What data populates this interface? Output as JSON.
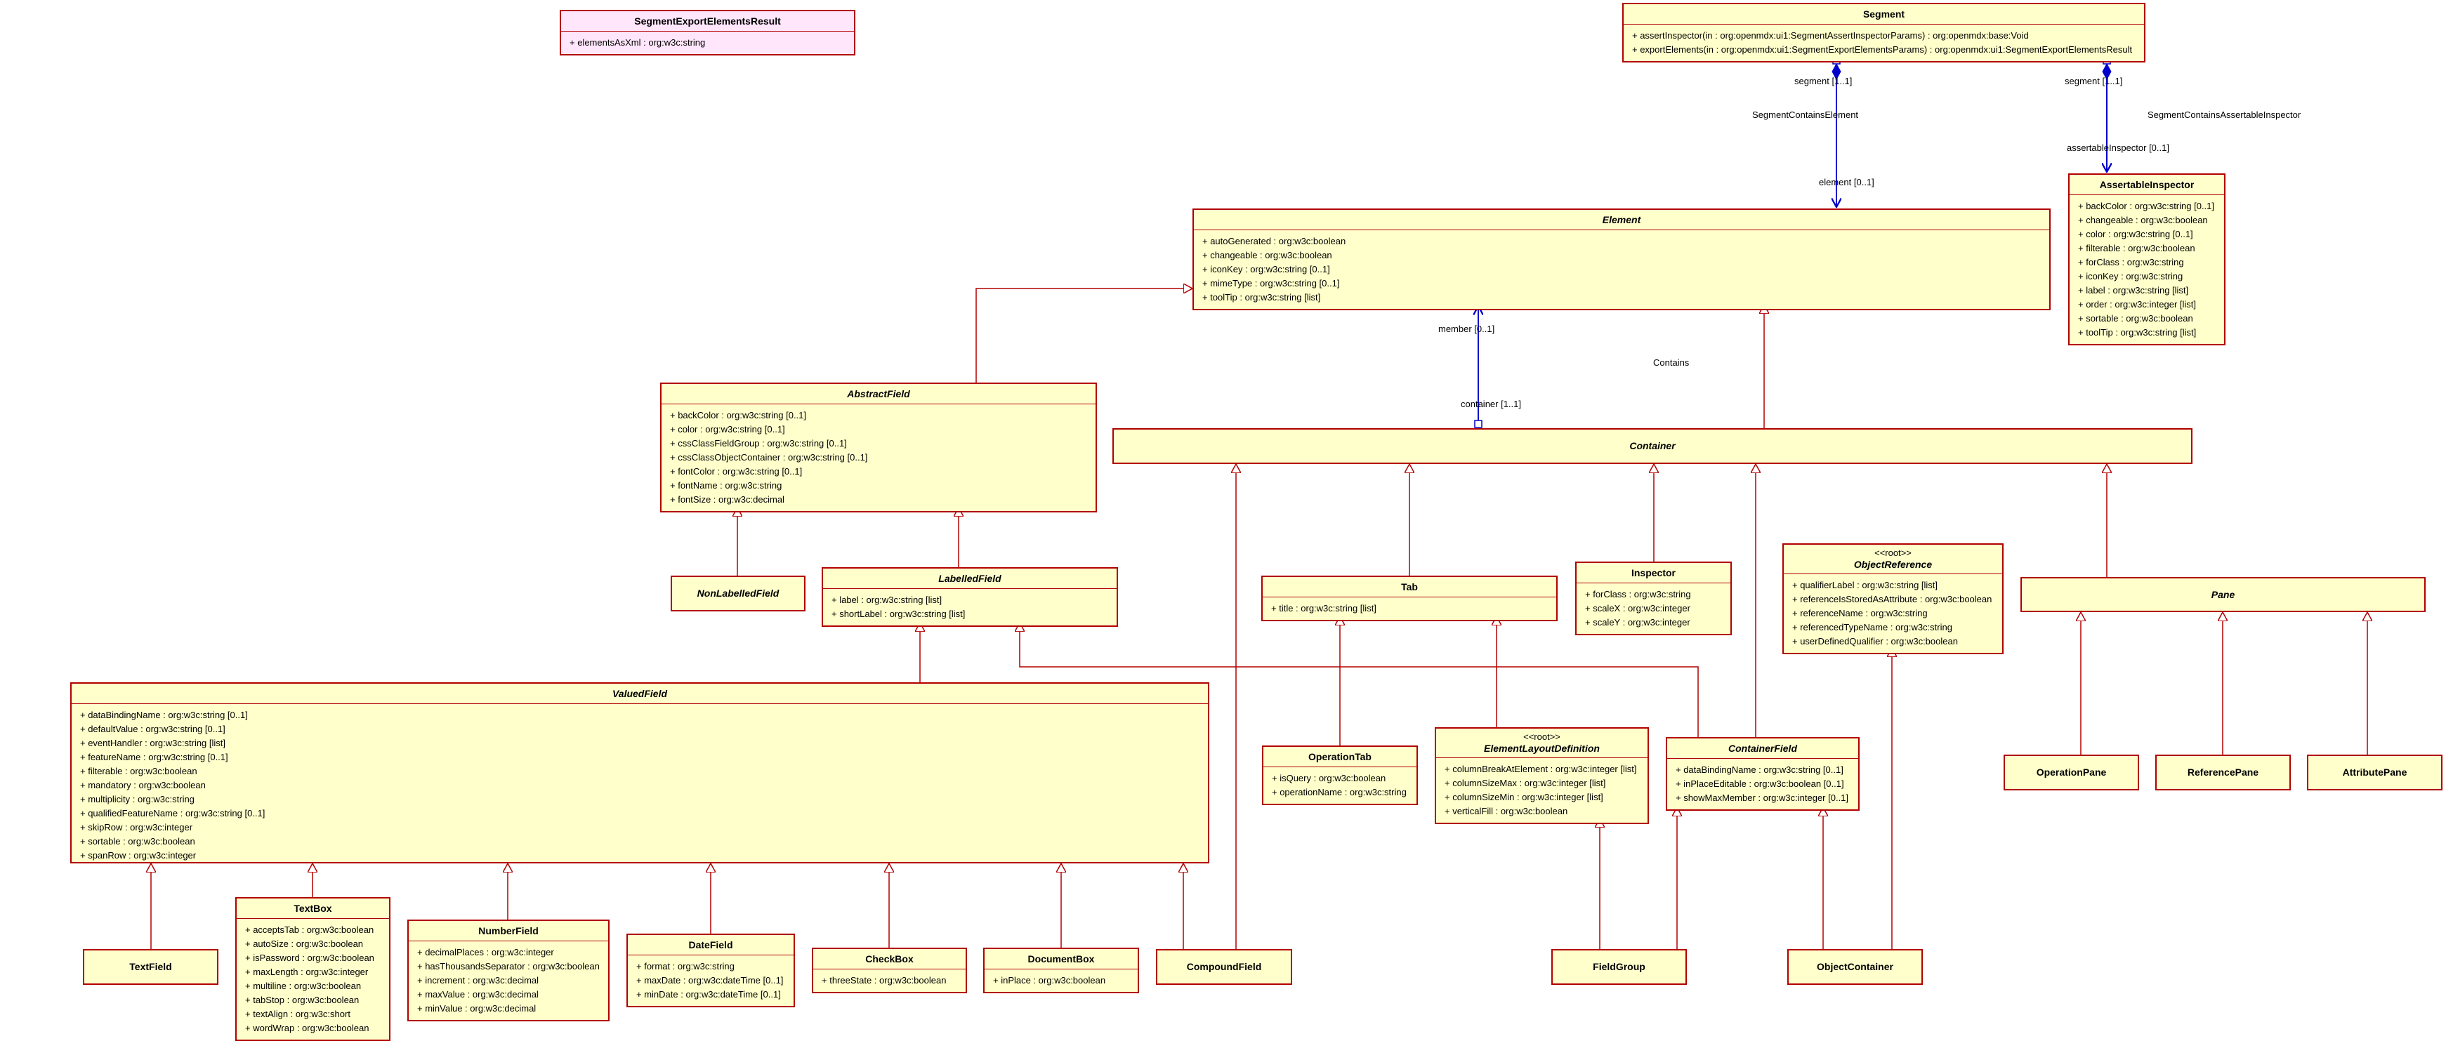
{
  "colors": {
    "class_fill": "#ffffcc",
    "class_border": "#b20000",
    "pink_fill": "#ffe6fb",
    "generalization": "#b20000",
    "association": "#0000cc"
  },
  "classes": {
    "segmentExport": {
      "name": "SegmentExportElementsResult",
      "attrs": [
        "+ elementsAsXml : org:w3c:string"
      ]
    },
    "segment": {
      "name": "Segment",
      "attrs": [
        "+ assertInspector(in : org:openmdx:ui1:SegmentAssertInspectorParams) : org:openmdx:base:Void",
        "+ exportElements(in : org:openmdx:ui1:SegmentExportElementsParams) : org:openmdx:ui1:SegmentExportElementsResult"
      ]
    },
    "element": {
      "name": "Element",
      "attrs": [
        "+ autoGenerated : org:w3c:boolean",
        "+ changeable : org:w3c:boolean",
        "+ iconKey : org:w3c:string [0..1]",
        "+ mimeType : org:w3c:string [0..1]",
        "+ toolTip : org:w3c:string [list]"
      ]
    },
    "assertableInspector": {
      "name": "AssertableInspector",
      "attrs": [
        "+ backColor : org:w3c:string [0..1]",
        "+ changeable : org:w3c:boolean",
        "+ color : org:w3c:string [0..1]",
        "+ filterable : org:w3c:boolean",
        "+ forClass : org:w3c:string",
        "+ iconKey : org:w3c:string",
        "+ label : org:w3c:string [list]",
        "+ order : org:w3c:integer [list]",
        "+ sortable : org:w3c:boolean",
        "+ toolTip : org:w3c:string [list]"
      ]
    },
    "abstractField": {
      "name": "AbstractField",
      "attrs": [
        "+ backColor : org:w3c:string [0..1]",
        "+ color : org:w3c:string [0..1]",
        "+ cssClassFieldGroup : org:w3c:string [0..1]",
        "+ cssClassObjectContainer : org:w3c:string [0..1]",
        "+ fontColor : org:w3c:string [0..1]",
        "+ fontName : org:w3c:string",
        "+ fontSize : org:w3c:decimal"
      ]
    },
    "container": {
      "name": "Container",
      "attrs": []
    },
    "nonLabelledField": {
      "name": "NonLabelledField",
      "attrs": []
    },
    "labelledField": {
      "name": "LabelledField",
      "attrs": [
        "+ label : org:w3c:string [list]",
        "+ shortLabel : org:w3c:string [list]"
      ]
    },
    "tab": {
      "name": "Tab",
      "attrs": [
        "+ title : org:w3c:string [list]"
      ]
    },
    "inspector": {
      "name": "Inspector",
      "attrs": [
        "+ forClass : org:w3c:string",
        "+ scaleX : org:w3c:integer",
        "+ scaleY : org:w3c:integer"
      ]
    },
    "objectReference": {
      "stereotype": "<<root>>",
      "name": "ObjectReference",
      "attrs": [
        "+ qualifierLabel : org:w3c:string [list]",
        "+ referenceIsStoredAsAttribute : org:w3c:boolean",
        "+ referenceName : org:w3c:string",
        "+ referencedTypeName : org:w3c:string",
        "+ userDefinedQualifier : org:w3c:boolean"
      ]
    },
    "pane": {
      "name": "Pane",
      "attrs": []
    },
    "valuedField": {
      "name": "ValuedField",
      "attrs": [
        "+ dataBindingName : org:w3c:string [0..1]",
        "+ defaultValue : org:w3c:string [0..1]",
        "+ eventHandler : org:w3c:string [list]",
        "+ featureName : org:w3c:string [0..1]",
        "+ filterable : org:w3c:boolean",
        "+ mandatory : org:w3c:boolean",
        "+ multiplicity : org:w3c:string",
        "+ qualifiedFeatureName : org:w3c:string [0..1]",
        "+ skipRow : org:w3c:integer",
        "+ sortable : org:w3c:boolean",
        "+ spanRow : org:w3c:integer"
      ]
    },
    "operationTab": {
      "name": "OperationTab",
      "attrs": [
        "+ isQuery : org:w3c:boolean",
        "+ operationName : org:w3c:string"
      ]
    },
    "elementLayoutDefinition": {
      "stereotype": "<<root>>",
      "name": "ElementLayoutDefinition",
      "attrs": [
        "+ columnBreakAtElement : org:w3c:integer [list]",
        "+ columnSizeMax : org:w3c:integer [list]",
        "+ columnSizeMin : org:w3c:integer [list]",
        "+ verticalFill : org:w3c:boolean"
      ]
    },
    "containerField": {
      "name": "ContainerField",
      "attrs": [
        "+ dataBindingName : org:w3c:string [0..1]",
        "+ inPlaceEditable : org:w3c:boolean [0..1]",
        "+ showMaxMember : org:w3c:integer [0..1]"
      ]
    },
    "operationPane": {
      "name": "OperationPane",
      "attrs": []
    },
    "referencePane": {
      "name": "ReferencePane",
      "attrs": []
    },
    "attributePane": {
      "name": "AttributePane",
      "attrs": []
    },
    "textBox": {
      "name": "TextBox",
      "attrs": [
        "+ acceptsTab : org:w3c:boolean",
        "+ autoSize : org:w3c:boolean",
        "+ isPassword : org:w3c:boolean",
        "+ maxLength : org:w3c:integer",
        "+ multiline : org:w3c:boolean",
        "+ tabStop : org:w3c:boolean",
        "+ textAlign : org:w3c:short",
        "+ wordWrap : org:w3c:boolean"
      ]
    },
    "numberField": {
      "name": "NumberField",
      "attrs": [
        "+ decimalPlaces : org:w3c:integer",
        "+ hasThousandsSeparator : org:w3c:boolean",
        "+ increment : org:w3c:decimal",
        "+ maxValue : org:w3c:decimal",
        "+ minValue : org:w3c:decimal"
      ]
    },
    "dateField": {
      "name": "DateField",
      "attrs": [
        "+ format : org:w3c:string",
        "+ maxDate : org:w3c:dateTime [0..1]",
        "+ minDate : org:w3c:dateTime [0..1]"
      ]
    },
    "checkBox": {
      "name": "CheckBox",
      "attrs": [
        "+ threeState : org:w3c:boolean"
      ]
    },
    "documentBox": {
      "name": "DocumentBox",
      "attrs": [
        "+ inPlace : org:w3c:boolean"
      ]
    },
    "textField": {
      "name": "TextField",
      "attrs": []
    },
    "compoundField": {
      "name": "CompoundField",
      "attrs": []
    },
    "fieldGroup": {
      "name": "FieldGroup",
      "attrs": []
    },
    "objectContainer": {
      "name": "ObjectContainer",
      "attrs": []
    }
  },
  "labels": {
    "segmentElementEnd": "segment [1..1]",
    "segmentContainsElement": "SegmentContainsElement",
    "elementEnd": "element [0..1]",
    "segmentInspectorEnd": "segment [1..1]",
    "segmentContainsAssertableInspector": "SegmentContainsAssertableInspector",
    "assertableInspectorEnd": "assertableInspector [0..1]",
    "memberEnd": "member [0..1]",
    "contains": "Contains",
    "containerEnd": "container [1..1]"
  }
}
